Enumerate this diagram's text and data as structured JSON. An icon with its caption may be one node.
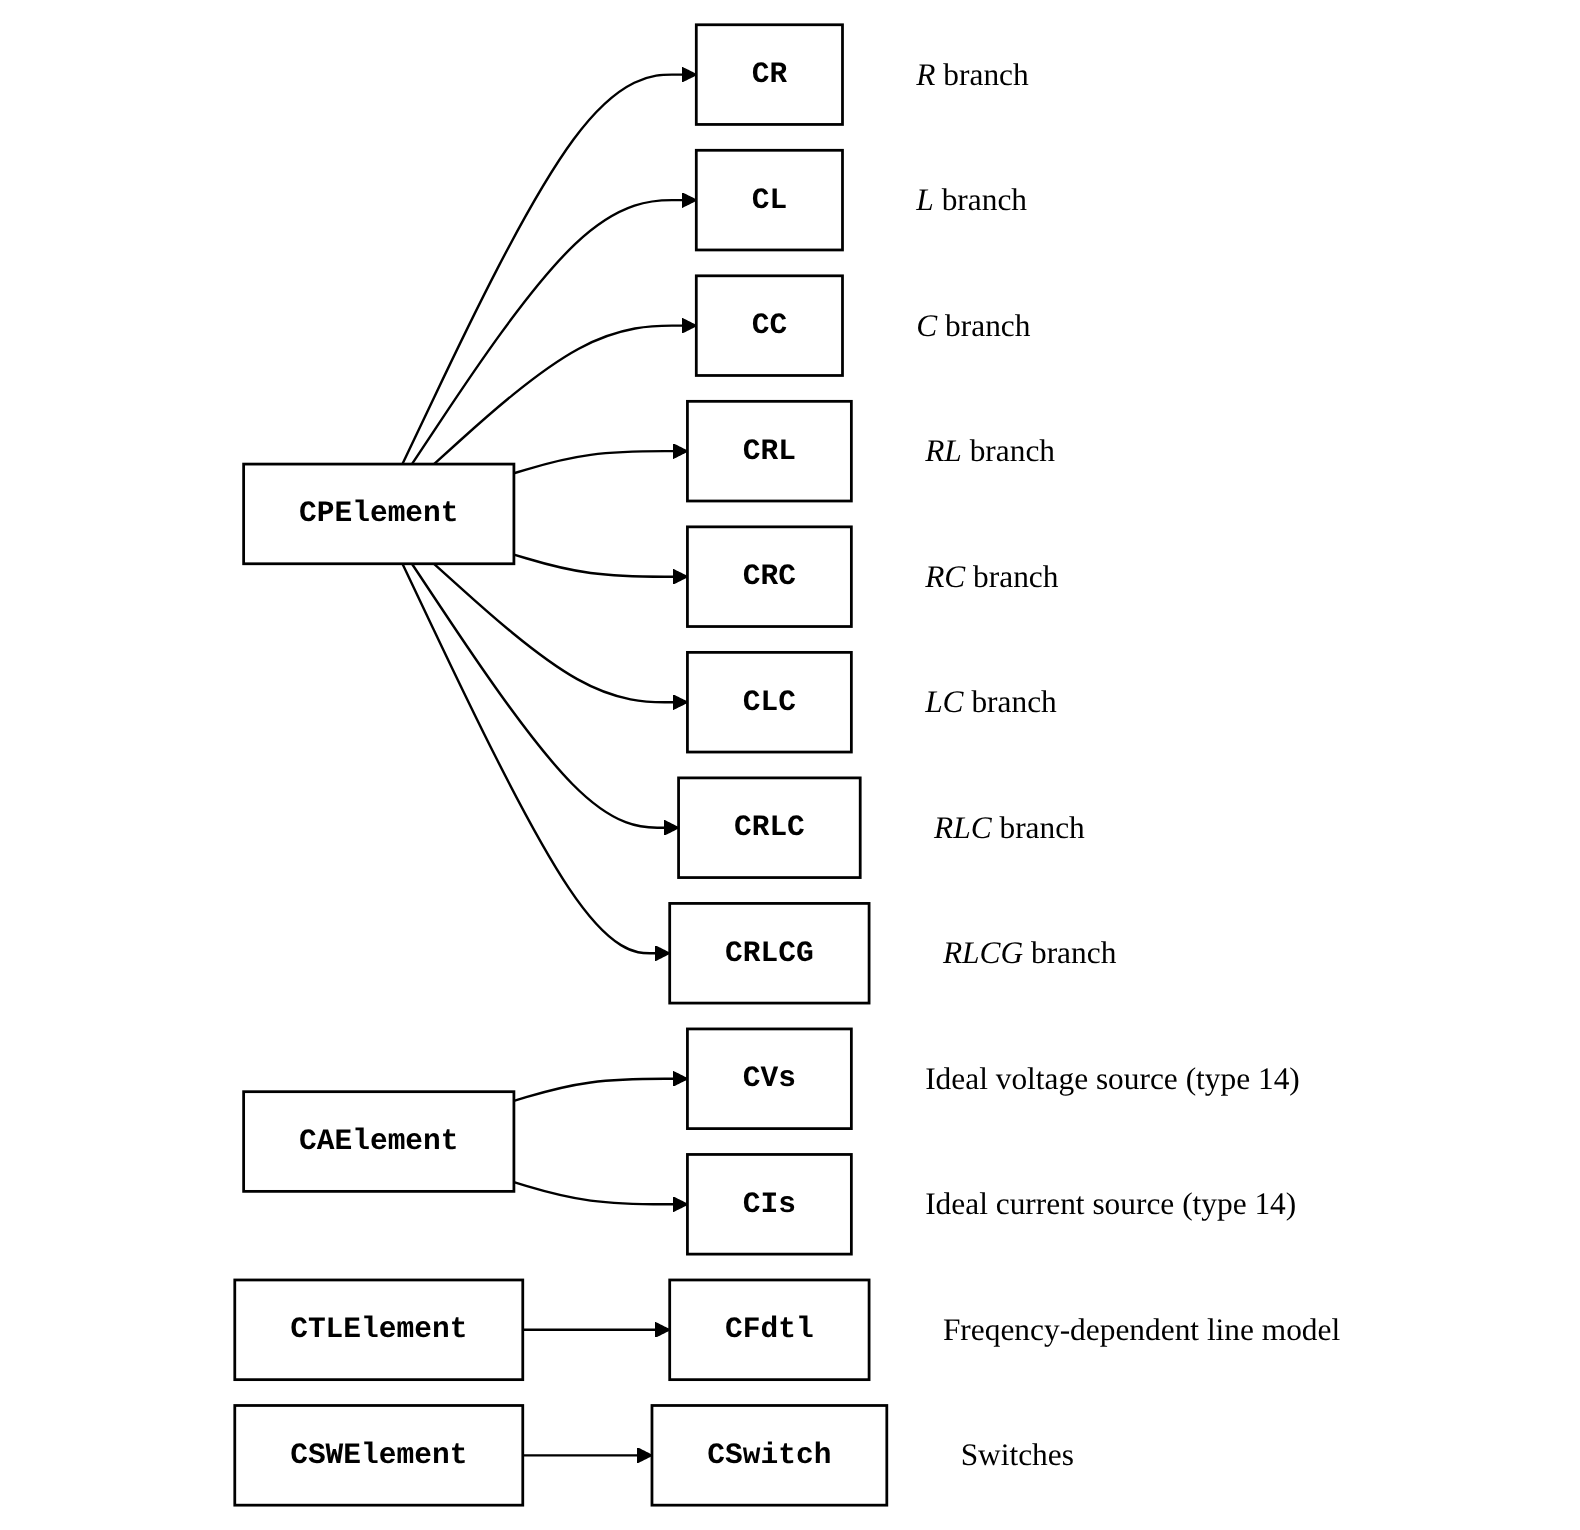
{
  "diagram": {
    "nodes": [
      {
        "text": [
          "CPElement"
        ]
      },
      {
        "text": [
          "CR"
        ],
        "beside": [
          "*R* branch"
        ]
      },
      {
        "text": [
          "CL"
        ],
        "beside": [
          "*L* branch"
        ]
      },
      {
        "text": [
          "CC"
        ],
        "beside": [
          "*C* branch"
        ]
      },
      {
        "text": [
          "CRL"
        ],
        "beside": [
          "*RL* branch"
        ]
      },
      {
        "text": [
          "CRC"
        ],
        "beside": [
          "*RC* branch"
        ]
      },
      {
        "text": [
          "CLC"
        ],
        "beside": [
          "*LC* branch"
        ]
      },
      {
        "text": [
          "CRLC"
        ],
        "beside": [
          "*RLC* branch"
        ]
      },
      {
        "text": [
          "CRLCG"
        ],
        "beside": [
          "*RLCG* branch"
        ]
      },
      {
        "text": [
          "CAElement"
        ]
      },
      {
        "text": [
          "CVs"
        ],
        "beside": [
          "Ideal voltage source (type 14)"
        ]
      },
      {
        "text": [
          "CIs"
        ],
        "beside": [
          "Ideal current source (type 14)"
        ]
      },
      {
        "text": [
          "CTLElement"
        ]
      },
      {
        "text": [
          "CFdtl"
        ],
        "beside": [
          "Freqency-dependent line model"
        ]
      },
      {
        "text": [
          "CSWElement"
        ]
      },
      {
        "text": [
          "CSwitch"
        ],
        "beside": [
          "Switches"
        ]
      }
    ],
    "edges": [
      {
        "from": 0,
        "to": 1,
        "arrow": "to"
      },
      {
        "from": 0,
        "to": 2,
        "arrow": "to"
      },
      {
        "from": 0,
        "to": 3,
        "arrow": "to"
      },
      {
        "from": 0,
        "to": 4,
        "arrow": "to"
      },
      {
        "from": 0,
        "to": 5,
        "arrow": "to"
      },
      {
        "from": 0,
        "to": 6,
        "arrow": "to"
      },
      {
        "from": 0,
        "to": 7,
        "arrow": "to"
      },
      {
        "from": 0,
        "to": 8,
        "arrow": "to"
      },
      {
        "from": 9,
        "to": 10,
        "arrow": "to"
      },
      {
        "from": 9,
        "to": 11,
        "arrow": "to"
      },
      {
        "from": 12,
        "to": 13,
        "arrow": "to"
      },
      {
        "from": 14,
        "to": 15,
        "arrow": "to"
      }
    ]
  }
}
